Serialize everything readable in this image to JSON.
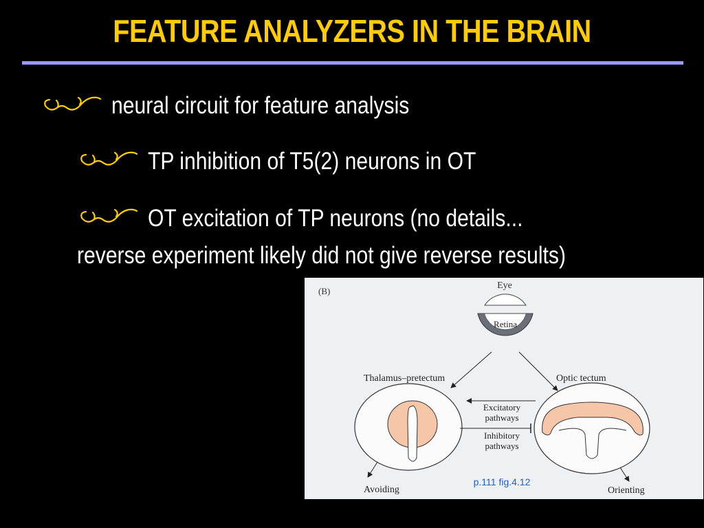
{
  "slide": {
    "title": "FEATURE ANALYZERS IN THE BRAIN",
    "bullets": [
      "neural circuit for feature analysis",
      "TP inhibition of T5(2) neurons in OT",
      "OT excitation of TP neurons (no details...",
      "reverse   experiment likely did not give reverse results)"
    ],
    "bullet_icon": "eyeglasses-icon",
    "colors": {
      "background": "#000000",
      "title": "#ffcc00",
      "rule": "#9999ff",
      "text": "#ffffff",
      "bullet": "#ffcc00"
    }
  },
  "figure": {
    "panel_label": "(B)",
    "eye": "Eye",
    "retina": "Retina",
    "thalamus": "Thalamus–pretectum",
    "optic_tectum": "Optic tectum",
    "excitatory": [
      "Excitatory",
      "pathways"
    ],
    "inhibitory": [
      "Inhibitory",
      "pathways"
    ],
    "avoiding": "Avoiding",
    "orienting": "Orienting",
    "caption": "p.111 fig.4.12",
    "colors": {
      "background": "#eef1f4",
      "tissue": "#f5c6a8",
      "retina": "#6b6f78",
      "caption": "#1e5bd8"
    }
  }
}
